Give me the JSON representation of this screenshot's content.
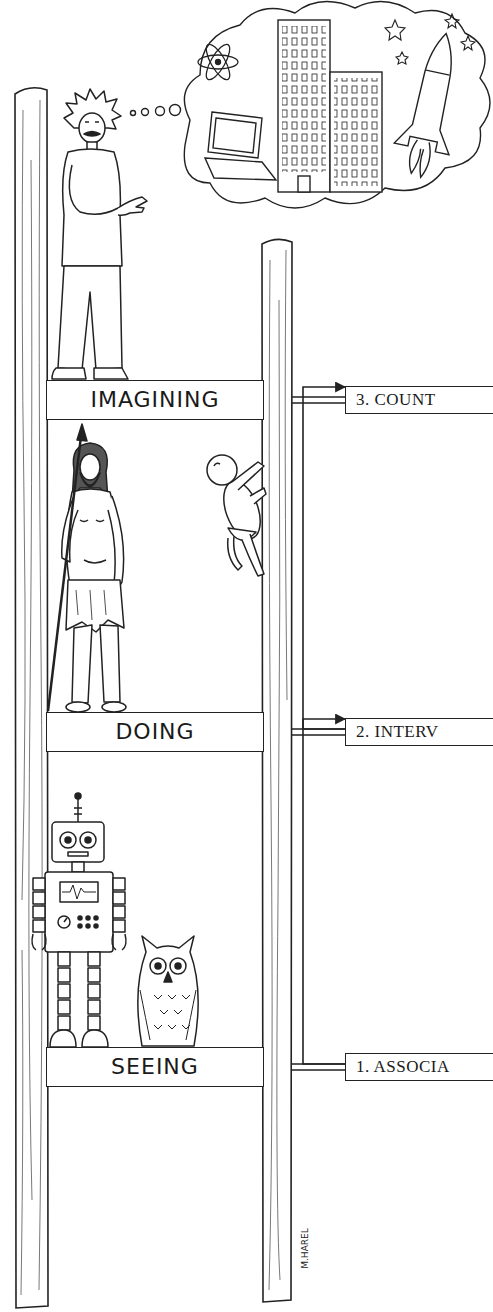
{
  "diagram": {
    "nodes": [
      {
        "text": [
          "IMAGINING"
        ]
      },
      {
        "text": [
          "3. COUNT"
        ]
      },
      {
        "text": [
          "DOING"
        ]
      },
      {
        "text": [
          "2. INTERV"
        ]
      },
      {
        "text": [
          "SEEING"
        ]
      },
      {
        "text": [
          "1. ASSOCIA"
        ]
      }
    ],
    "edges": [
      {
        "from": 0,
        "to": 1,
        "arrow": "none"
      },
      {
        "from": 2,
        "to": 3,
        "arrow": "none"
      },
      {
        "from": 4,
        "to": 5,
        "arrow": "none"
      },
      {
        "from": 5,
        "to": 3,
        "arrow": "to"
      },
      {
        "from": 3,
        "to": 1,
        "arrow": "to"
      }
    ],
    "labels": [
      "M.HAREL"
    ]
  }
}
